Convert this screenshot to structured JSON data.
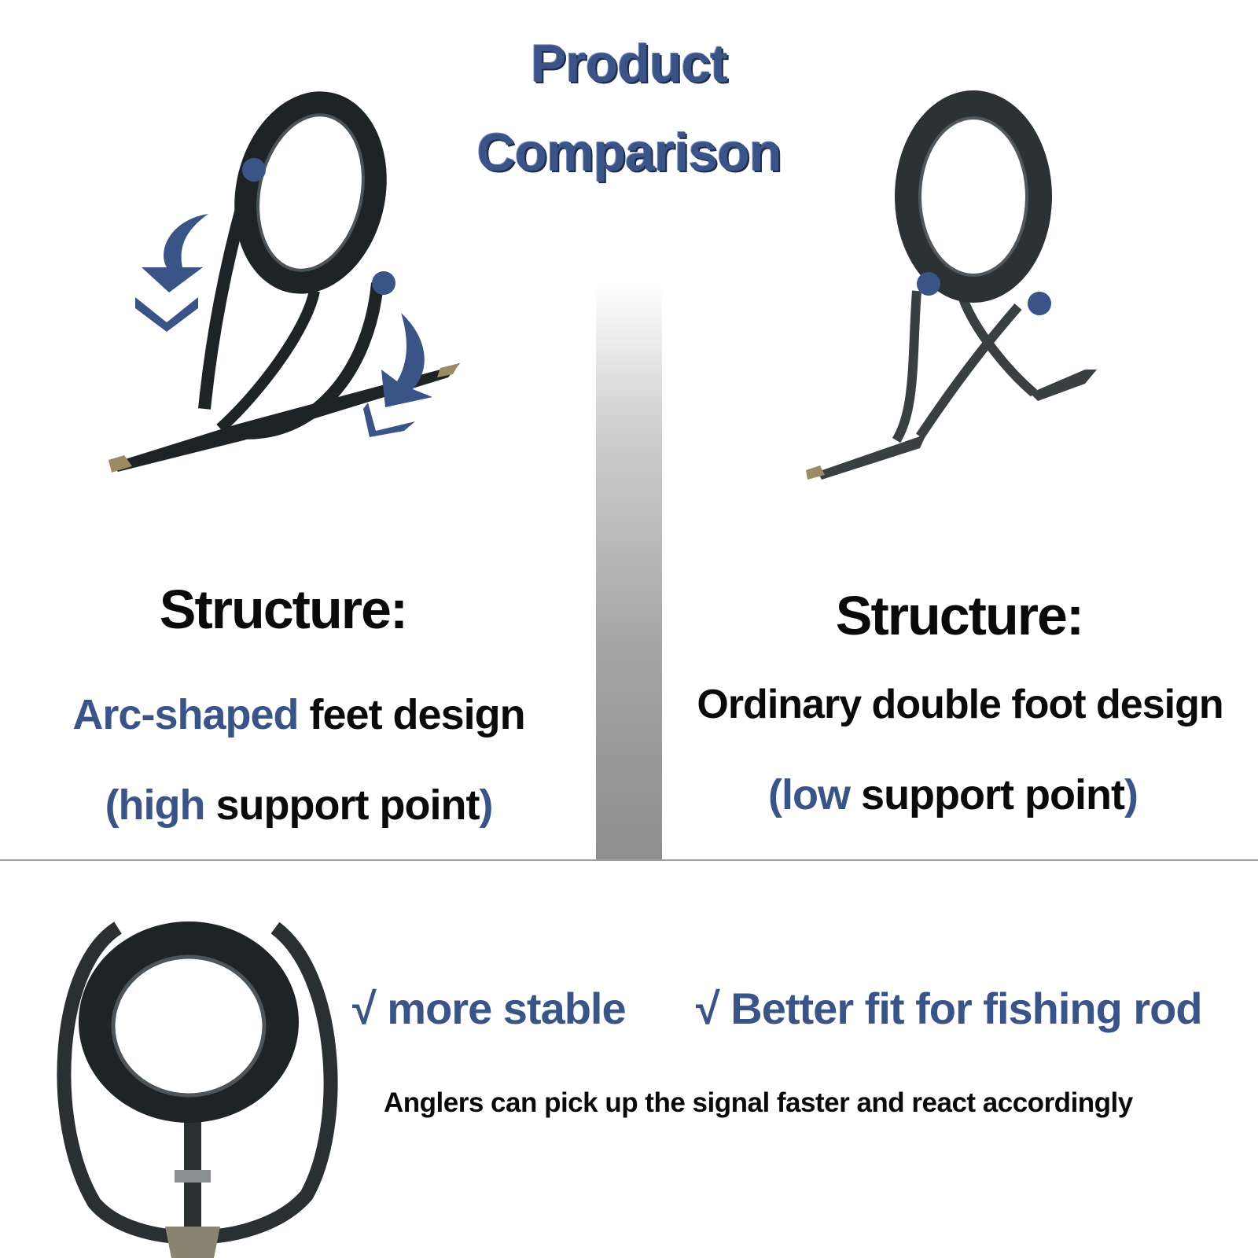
{
  "title": {
    "line1": "Product",
    "line2": "Comparison"
  },
  "left": {
    "heading": "Structure:",
    "line1": {
      "accent": "Arc-shaped",
      "rest": " feet design"
    },
    "line2": {
      "open": "(",
      "accent": "high",
      "rest": " support point",
      "close": ")"
    }
  },
  "right": {
    "heading": "Structure:",
    "line1": "Ordinary double foot design",
    "line2": {
      "open": "(",
      "accent": "low",
      "rest": " support point",
      "close": ")"
    }
  },
  "bottom": {
    "check1": "√ more stable",
    "check2": "√ Better fit for fishing rod",
    "note": "Anglers can pick up the signal faster and react accordingly"
  },
  "colors": {
    "accent": "#3b5488",
    "text": "#0a0a0a",
    "frame": "#1e2426"
  }
}
